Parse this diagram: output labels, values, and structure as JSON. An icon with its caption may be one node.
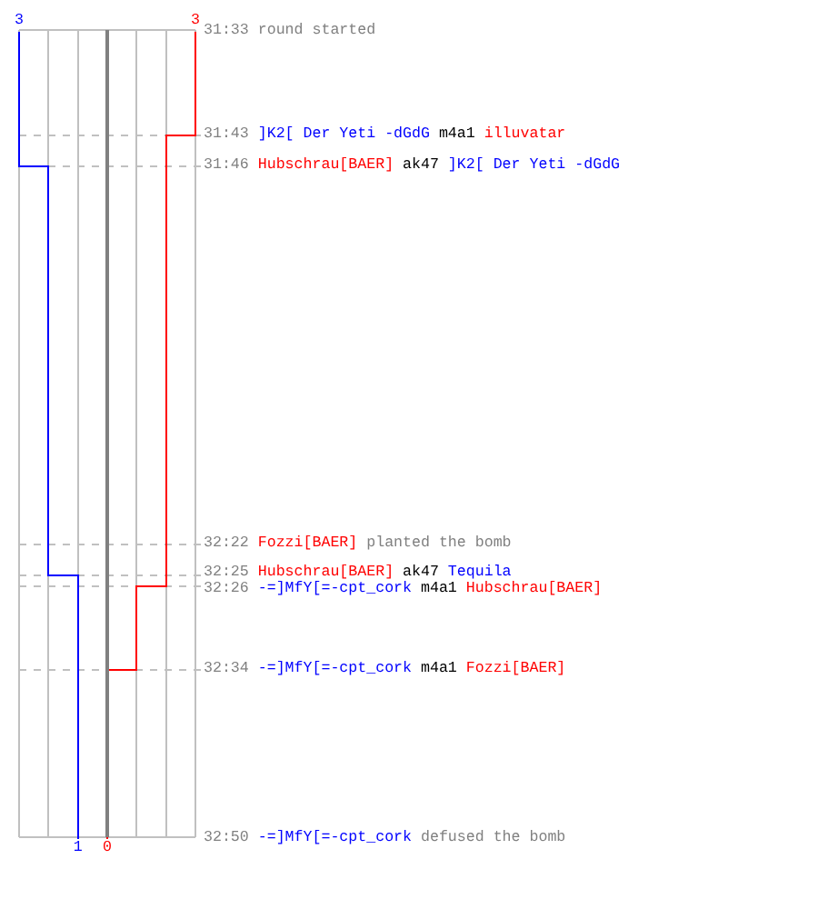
{
  "diagram": {
    "labels": [
      "3",
      "3",
      "31:33",
      "round started",
      "31:43",
      "]K2[ Der Yeti -dGdG",
      "m4a1",
      "illuvatar",
      "31:46",
      "Hubschrau[BAER]",
      "ak47",
      "]K2[ Der Yeti -dGdG",
      "32:22",
      "Fozzi[BAER]",
      "planted the bomb",
      "32:25",
      "Hubschrau[BAER]",
      "ak47",
      "Tequila",
      "32:26",
      "-=]MfY[=-cpt_cork",
      "m4a1",
      "Hubschrau[BAER]",
      "32:34",
      "-=]MfY[=-cpt_cork",
      "m4a1",
      "Fozzi[BAER]",
      "1",
      "0",
      "32:50",
      "-=]MfY[=-cpt_cork",
      "defused the bomb"
    ]
  }
}
